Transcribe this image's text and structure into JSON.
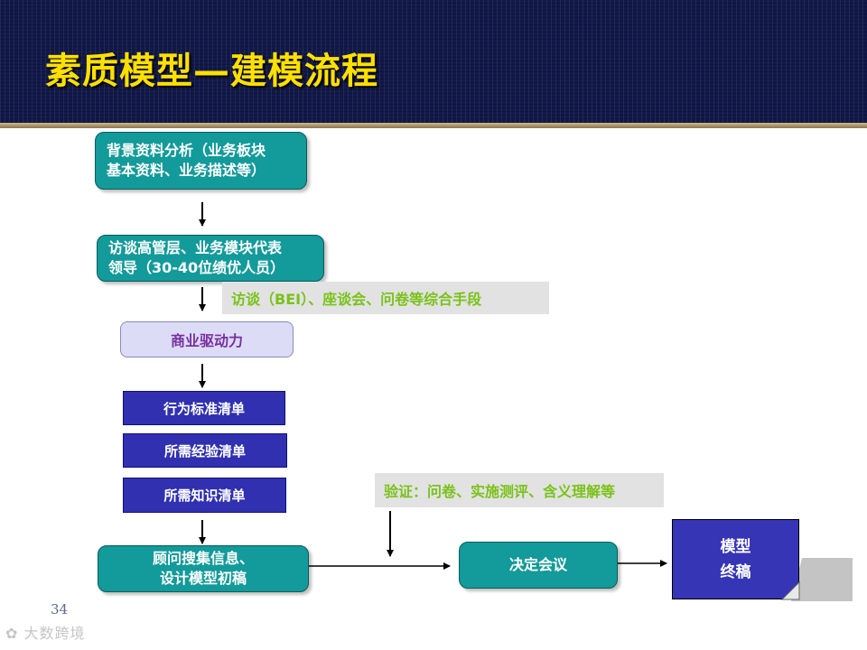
{
  "title": "素质模型—建模流程",
  "boxes": {
    "background": {
      "line1": "背景资料分析（业务板块",
      "line2": "基本资料、业务描述等）"
    },
    "interview": {
      "line1": "访谈高管层、业务模块代表",
      "line2": "领导（30-40位绩优人员）"
    },
    "methods_label": "访谈（BEI）、座谈会、问卷等综合手段",
    "business_driver": "商业驱动力",
    "behavior_list": "行为标准清单",
    "experience_list": "所需经验清单",
    "knowledge_list": "所需知识清单",
    "consultant": {
      "line1": "顾问搜集信息、",
      "line2": "设计模型初稿"
    },
    "validation_label": "验证：问卷、实施测评、含义理解等",
    "decision_meeting": "决定会议",
    "final_model": {
      "line1": "模型",
      "line2": "终稿"
    }
  },
  "page_number": "34",
  "watermark": "大数跨境",
  "colors": {
    "title": "#ffe000",
    "teal_box": "#139a9a",
    "label_text": "#7ac21a",
    "lavender_box": "#dcdcf6",
    "purple_box": "#3030b0"
  }
}
